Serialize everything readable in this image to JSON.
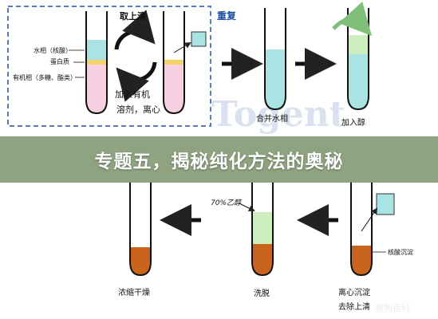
{
  "banner": {
    "title": "专题五，揭秘纯化方法的奥秘"
  },
  "step1": {
    "top_label": "取上清",
    "bottom_label_1": "加入有机",
    "bottom_label_2": "溶剂，离心",
    "layer_aqueous": "水相（核酸）",
    "layer_protein": "蛋白质",
    "layer_organic": "有机相（多糖、酯类）"
  },
  "repeat_label": "重复",
  "labels": {
    "combine_aqueous": "合并水相",
    "add_alcohol": "加入醇",
    "percent_ethanol": "70%乙醇",
    "nucleic_precipitate": "核酸沉淀",
    "centrifuge": "离心沉淀",
    "discard_supernatant": "去除上清",
    "elution": "洗脱",
    "concentrate_dry": "浓缩干燥"
  },
  "watermark": {
    "text_1": "Togent",
    "text_2": "搜狗百科"
  },
  "colors": {
    "aqueous": "#a9e3e3",
    "protein": "#f6d36a",
    "organic": "#f6cfe0",
    "ethanol": "#cfeec0",
    "pellet": "#c8641e",
    "accent_blue": "#1f4e9e",
    "banner": "#80966e"
  }
}
